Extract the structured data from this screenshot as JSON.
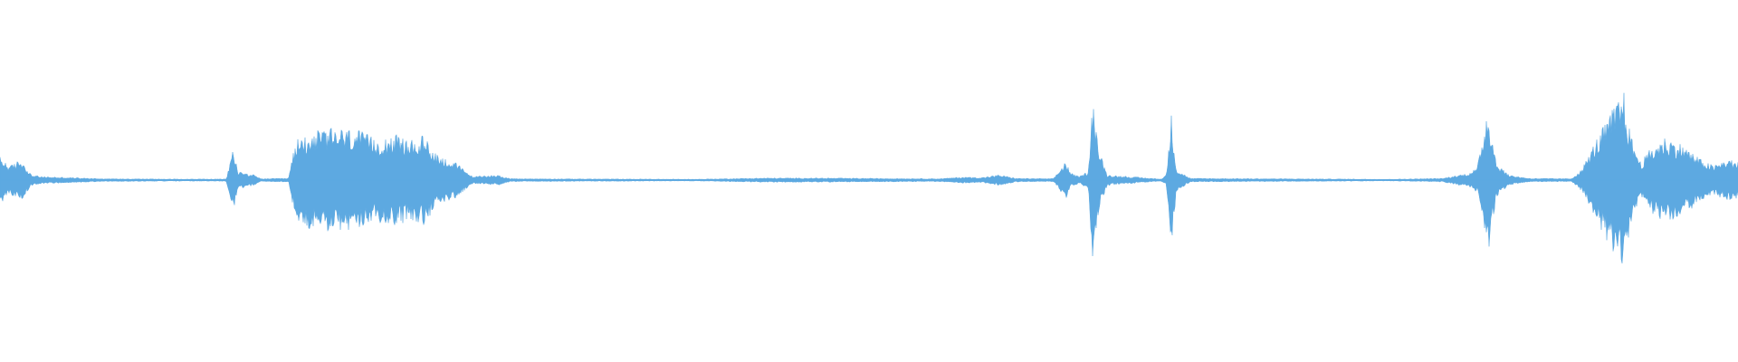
{
  "waveform": {
    "color": "#5DA9E1",
    "background": "#FFFFFF",
    "duration_fraction_points": [
      [
        0.0,
        0.13
      ],
      [
        0.006,
        0.08
      ],
      [
        0.012,
        0.12
      ],
      [
        0.018,
        0.03
      ],
      [
        0.024,
        0.02
      ],
      [
        0.06,
        0.008
      ],
      [
        0.1,
        0.006
      ],
      [
        0.13,
        0.006
      ],
      [
        0.131,
        0.04
      ],
      [
        0.134,
        0.18
      ],
      [
        0.137,
        0.05
      ],
      [
        0.146,
        0.03
      ],
      [
        0.15,
        0.008
      ],
      [
        0.166,
        0.01
      ],
      [
        0.17,
        0.22
      ],
      [
        0.178,
        0.27
      ],
      [
        0.192,
        0.29
      ],
      [
        0.206,
        0.28
      ],
      [
        0.216,
        0.23
      ],
      [
        0.226,
        0.26
      ],
      [
        0.236,
        0.22
      ],
      [
        0.244,
        0.25
      ],
      [
        0.252,
        0.14
      ],
      [
        0.262,
        0.1
      ],
      [
        0.272,
        0.02
      ],
      [
        0.286,
        0.03
      ],
      [
        0.294,
        0.008
      ],
      [
        0.4,
        0.005
      ],
      [
        0.44,
        0.012
      ],
      [
        0.47,
        0.012
      ],
      [
        0.54,
        0.008
      ],
      [
        0.555,
        0.018
      ],
      [
        0.565,
        0.015
      ],
      [
        0.575,
        0.03
      ],
      [
        0.585,
        0.01
      ],
      [
        0.606,
        0.008
      ],
      [
        0.61,
        0.06
      ],
      [
        0.613,
        0.11
      ],
      [
        0.616,
        0.04
      ],
      [
        0.621,
        0.02
      ],
      [
        0.626,
        0.05
      ],
      [
        0.629,
        0.5
      ],
      [
        0.632,
        0.18
      ],
      [
        0.637,
        0.03
      ],
      [
        0.668,
        0.006
      ],
      [
        0.671,
        0.03
      ],
      [
        0.674,
        0.37
      ],
      [
        0.677,
        0.06
      ],
      [
        0.685,
        0.01
      ],
      [
        0.8,
        0.005
      ],
      [
        0.83,
        0.01
      ],
      [
        0.845,
        0.04
      ],
      [
        0.85,
        0.07
      ],
      [
        0.856,
        0.42
      ],
      [
        0.861,
        0.1
      ],
      [
        0.868,
        0.03
      ],
      [
        0.88,
        0.01
      ],
      [
        0.904,
        0.008
      ],
      [
        0.91,
        0.06
      ],
      [
        0.918,
        0.22
      ],
      [
        0.926,
        0.36
      ],
      [
        0.934,
        0.51
      ],
      [
        0.938,
        0.26
      ],
      [
        0.944,
        0.1
      ],
      [
        0.95,
        0.18
      ],
      [
        0.958,
        0.24
      ],
      [
        0.968,
        0.2
      ],
      [
        0.978,
        0.12
      ],
      [
        0.986,
        0.08
      ],
      [
        0.994,
        0.12
      ],
      [
        1.0,
        0.1
      ]
    ]
  }
}
